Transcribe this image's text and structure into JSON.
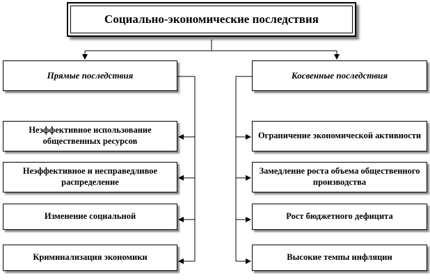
{
  "title": "Социально-экономические последствия",
  "left": {
    "header": "Прямые последствия",
    "items": [
      "Неэффективное использование общественных ресурсов",
      "Неэффективное и несправедливое распределение",
      "Изменение социальной",
      "Криминализация экономики"
    ]
  },
  "right": {
    "header": "Косвенные последствия",
    "items": [
      "Ограничение экономической активности",
      "Замедление роста объема общественного производства",
      "Рост бюджетного дефицита",
      "Высокие темпы инфляции"
    ]
  }
}
